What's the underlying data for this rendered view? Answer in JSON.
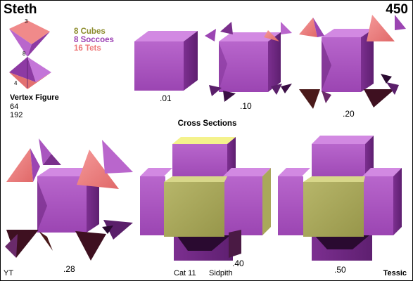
{
  "header": {
    "title": "Steth",
    "number": "450"
  },
  "legend": {
    "items": [
      {
        "label": "8 Cubes",
        "color": "#8c8c2c"
      },
      {
        "label": "8 Soccoes",
        "color": "#9b3fb3"
      },
      {
        "label": "16 Tets",
        "color": "#ee7a7a"
      }
    ]
  },
  "vertex_figure": {
    "title": "Vertex Figure",
    "count_a": "64",
    "count_b": "192",
    "corner_labels": [
      "3",
      "8",
      "4"
    ]
  },
  "cross_sections": {
    "heading": "Cross Sections",
    "slice_labels": [
      ".01",
      ".10",
      ".20",
      ".28",
      ".40",
      ".50"
    ]
  },
  "footer": {
    "left": "YT",
    "mid_a": "Cat 11",
    "mid_b": "Sidpith",
    "right": "Tessic"
  },
  "colors": {
    "soccoe_front": "#a956bf",
    "soccoe_side": "#7a2f8c",
    "soccoe_top": "#cf7be0",
    "tet_pink": "#f07e7e",
    "tet_dark": "#4a1a1a",
    "cube_olive": "#a9a85a",
    "cube_yellow": "#f2f08a"
  }
}
